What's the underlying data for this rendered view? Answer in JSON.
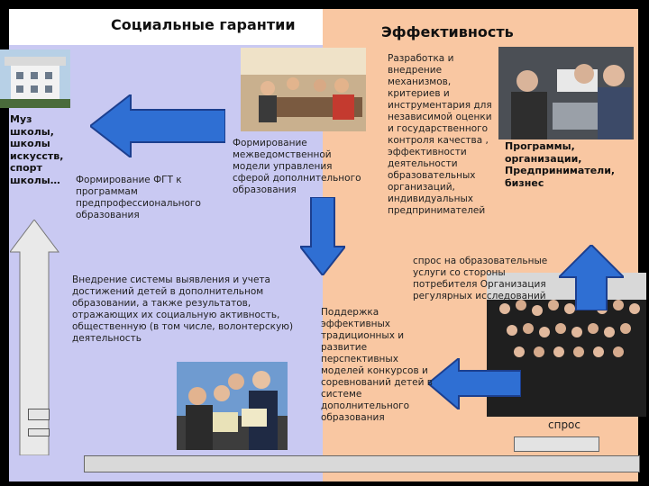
{
  "headers": {
    "left_title": "Социальные гарантии",
    "right_title": "Эффективность"
  },
  "left_panel": {
    "institutions": "Муз школы, школы искусств, спорт школы…",
    "fgt_text": "Формирование ФГТ к программам предпрофессионального образования",
    "model_text": "Формирование межведомственной модели управления сферой дополнительного образования",
    "system_text": "Внедрение системы выявления и учета достижений детей в дополнительном образовании, а также результатов, отражающих их социальную активность, общественную (в том числе, волонтерскую) деятельность"
  },
  "right_panel": {
    "mechanisms_text": "Разработка и внедрение механизмов, критериев и инструментария для независимой оценки и государственного контроля качества , эффективности деятельности образовательных организаций, индивидуальных предпринимателей",
    "programs_text": "Программы, организации, Предприниматели, бизнес",
    "demand_text": "спрос на образовательные услуги со стороны потребителя Организация регулярных исследований",
    "support_text": "Поддержка эффективных традиционных и развитие перспективных моделей конкурсов и соревнований детей в системе дополнительного образования",
    "demand_label": "спрос"
  },
  "colors": {
    "left_bg": "#c9c9f2",
    "right_bg": "#f9c7a2",
    "arrow_blue": "#2f6fd3",
    "arrow_outline": "#1c3f8f"
  },
  "icons": {
    "left_arrow": "left-arrow-icon",
    "down_arrow": "down-arrow-icon",
    "up_arrow": "up-arrow-icon",
    "left_arrow_small": "left-arrow-icon"
  }
}
